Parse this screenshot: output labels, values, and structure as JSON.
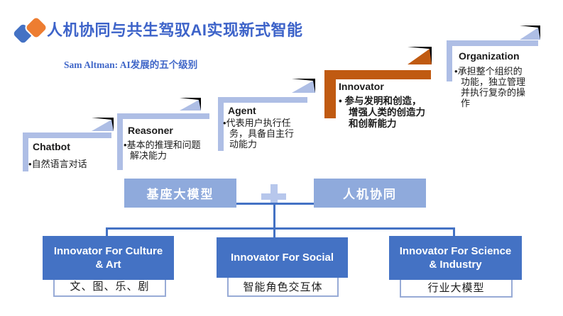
{
  "header": {
    "title": "人机协同与共生驾驭AI实现新式智能",
    "subtitle": "Sam Altman: AI发展的五个级别",
    "logo": {
      "left_icon": "blue-diamond",
      "right_icon": "orange-diamond"
    }
  },
  "colors": {
    "title_blue": "#3D63C9",
    "step_periwinkle": "#AEBEE5",
    "highlight_orange": "#C05A11",
    "mid_box_blue": "#8FAADC",
    "deep_blue": "#4472C4",
    "logo_blue": "#4472C4",
    "logo_orange": "#ED7D31"
  },
  "stairs": {
    "levels": [
      {
        "name": "Chatbot",
        "bullet": "自然语言对话",
        "highlighted": false
      },
      {
        "name": "Reasoner",
        "bullet": "基本的推理和问题解决能力",
        "highlighted": false
      },
      {
        "name": "Agent",
        "bullet": "代表用户执行任务，具备自主行动能力",
        "highlighted": false
      },
      {
        "name": "Innovator",
        "bullet": "参与发明和创造，增强人类的创造力和创新能力",
        "highlighted": true
      },
      {
        "name": "Organization",
        "bullet": "承担整个组织的功能，独立管理并执行复杂的操作",
        "highlighted": false
      }
    ]
  },
  "formula": {
    "left_box": "基座大模型",
    "operator": "+",
    "right_box": "人机协同"
  },
  "branches": [
    {
      "title": "Innovator For Culture & Art",
      "title_line1": "Innovator For Culture",
      "title_line2": "& Art",
      "label": "文、图、乐、剧"
    },
    {
      "title": "Innovator For Social",
      "title_line1": "Innovator For Social",
      "title_line2": "",
      "label": "智能角色交互体"
    },
    {
      "title": "Innovator For Science & Industry",
      "title_line1": "Innovator For Science",
      "title_line2": "& Industry",
      "label": "行业大模型"
    }
  ]
}
